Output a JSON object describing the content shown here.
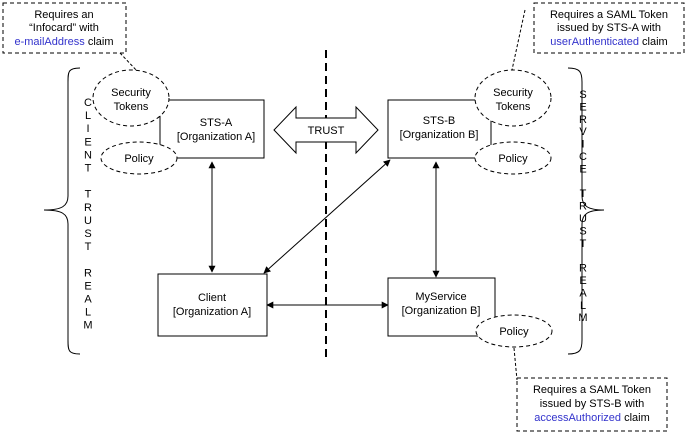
{
  "diagram": {
    "notes": {
      "infocard": {
        "line1": "Requires an",
        "line2": "“Infocard” with",
        "claim": "e-mailAddress",
        "suffix": " claim"
      },
      "stsb_token": {
        "line1": "Requires a SAML Token",
        "line2": "issued by STS-A with",
        "claim": "userAuthenticated",
        "suffix": " claim"
      },
      "service_token": {
        "line1": "Requires a SAML Token",
        "line2": "issued by STS-B with",
        "claim": "accessAuthorized",
        "suffix": " claim"
      }
    },
    "nodes": {
      "sts_a": {
        "name": "STS-A",
        "org": "[Organization A]"
      },
      "sts_b": {
        "name": "STS-B",
        "org": "[Organization B]"
      },
      "client": {
        "name": "Client",
        "org": "[Organization A]"
      },
      "myservice": {
        "name": "MyService",
        "org": "[Organization B]"
      }
    },
    "ellipses": {
      "tokens_left": {
        "line1": "Security",
        "line2": "Tokens"
      },
      "tokens_right": {
        "line1": "Security",
        "line2": "Tokens"
      },
      "policy_left": "Policy",
      "policy_right": "Policy",
      "policy_service": "Policy"
    },
    "trust_label": "TRUST",
    "realms": {
      "client": [
        "C",
        "L",
        "I",
        "E",
        "N",
        "T",
        "",
        "T",
        "R",
        "U",
        "S",
        "T",
        "",
        "R",
        "E",
        "A",
        "L",
        "M"
      ],
      "service": [
        "S",
        "E",
        "R",
        "V",
        "I",
        "C",
        "E",
        "",
        "T",
        "R",
        "U",
        "S",
        "T",
        "",
        "R",
        "E",
        "A",
        "L",
        "M"
      ]
    },
    "colors": {
      "claim": "#3333cc",
      "stroke": "#000000"
    }
  }
}
